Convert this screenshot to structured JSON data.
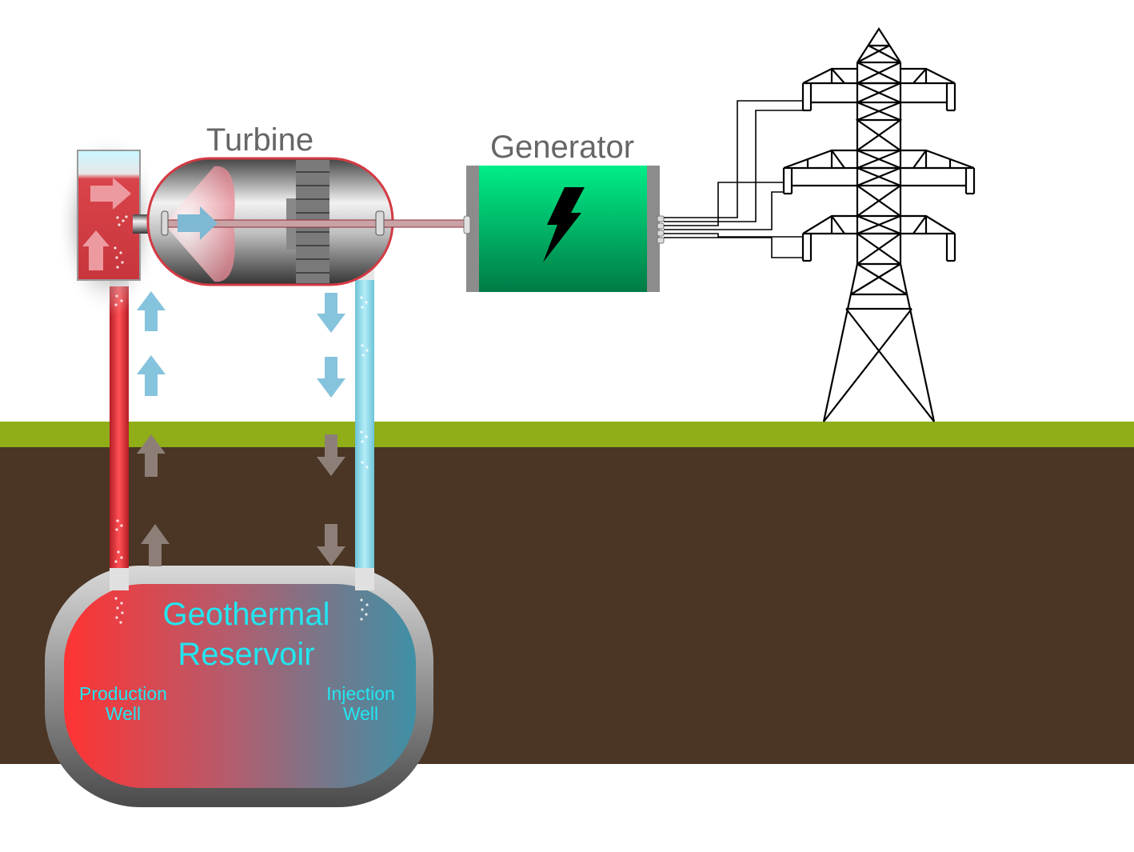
{
  "labels": {
    "turbine": "Turbine",
    "generator": "Generator",
    "reservoir_line1": "Geothermal",
    "reservoir_line2": "Reservoir",
    "production_line1": "Production",
    "production_line2": "Well",
    "injection_line1": "Injection",
    "injection_line2": "Well"
  },
  "colors": {
    "grass": "#8fae17",
    "soil": "#4b3524",
    "hot": "#e8353a",
    "cold": "#86d6e8",
    "generator_green": "#00c96e",
    "label_cyan": "#22e6f0",
    "label_gray": "#666666"
  },
  "icons": {
    "generator": "lightning-bolt-icon",
    "flow_up": "arrow-up-icon",
    "flow_down": "arrow-down-icon",
    "flow_right": "arrow-right-icon",
    "tower": "power-tower-icon"
  }
}
